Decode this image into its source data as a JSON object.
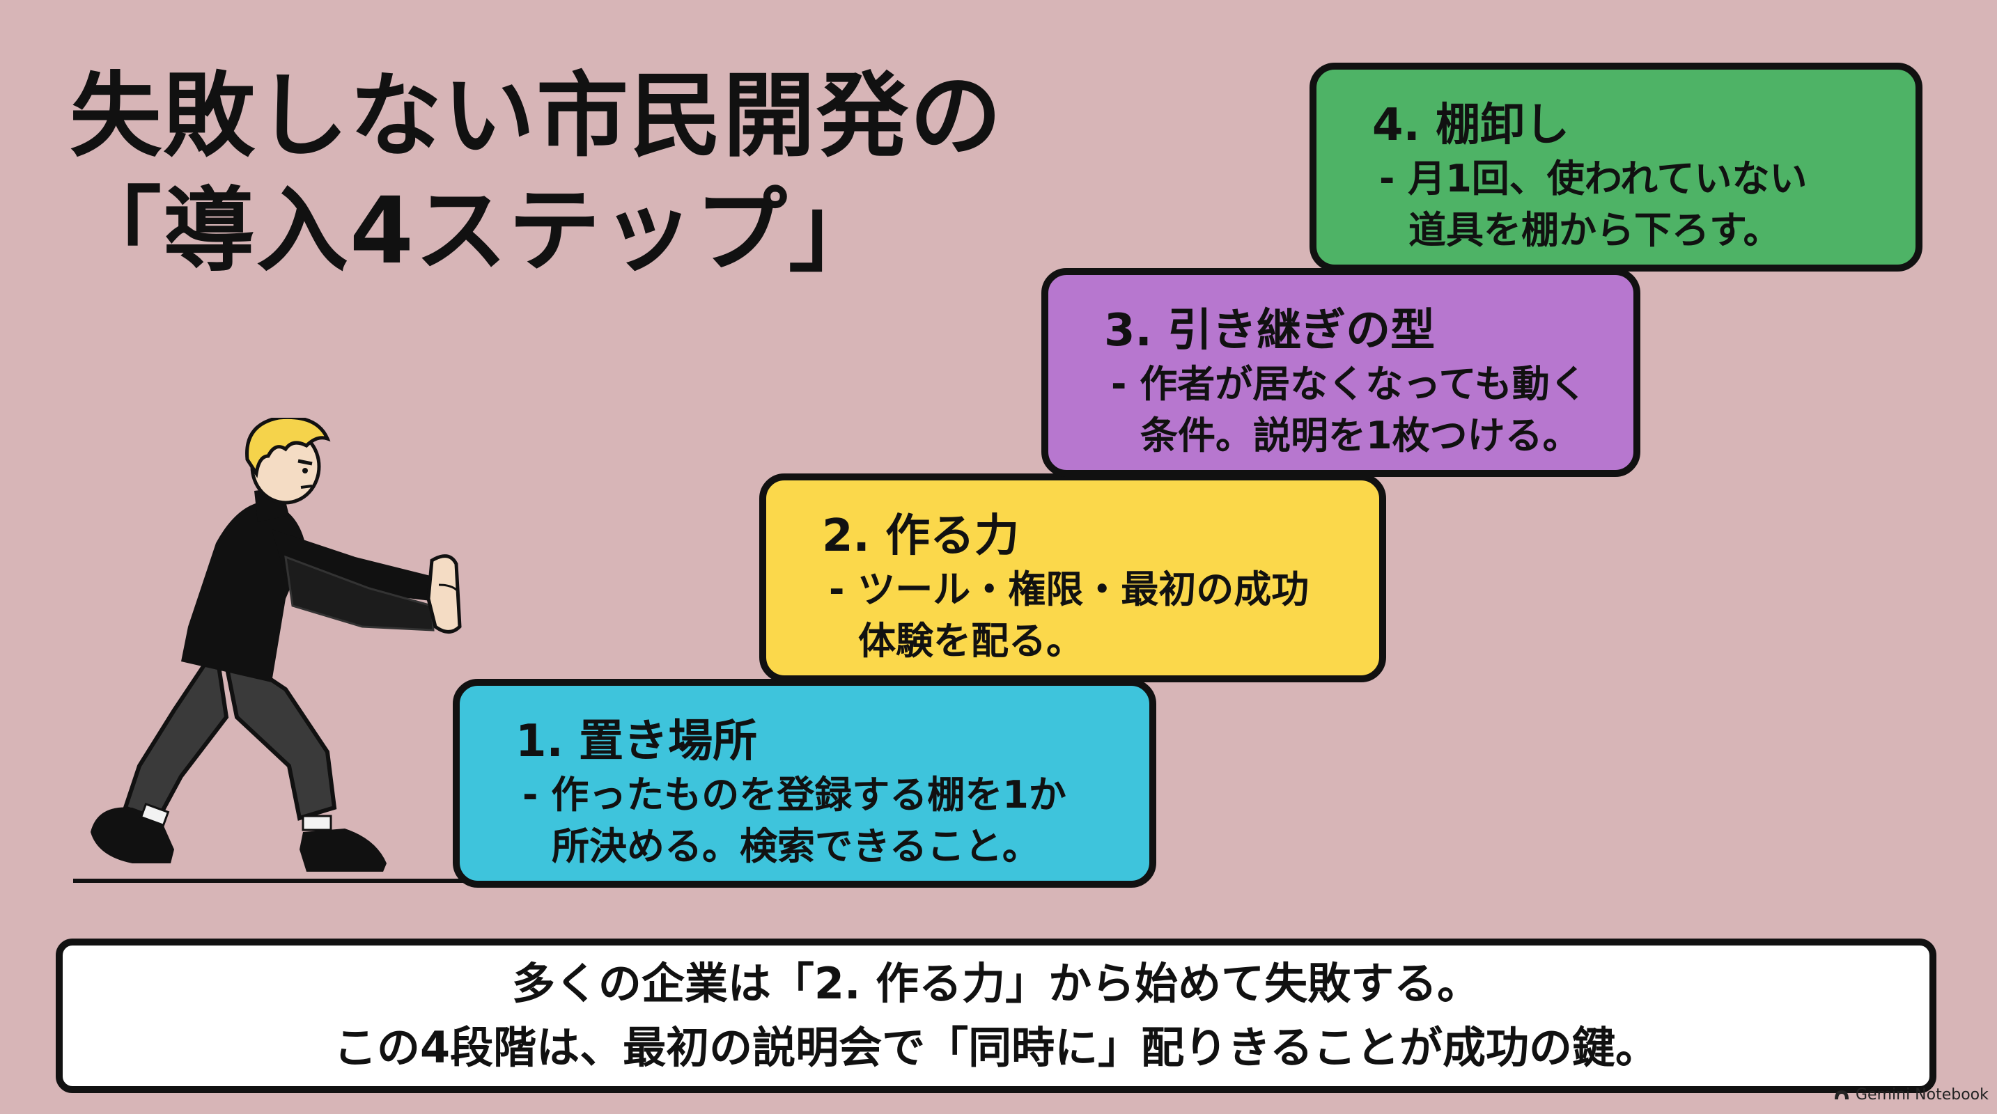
{
  "title": {
    "line1": "失敗しない市民開発の",
    "line2": "「導入4ステップ」"
  },
  "steps": [
    {
      "title": "1. 置き場所",
      "desc_line1": "- 作ったものを登録する棚を1か",
      "desc_line2": "所決める。検索できること。",
      "color": "#3ec4dc"
    },
    {
      "title": "2. 作る力",
      "desc_line1": "- ツール・権限・最初の成功",
      "desc_line2": "体験を配る。",
      "color": "#fbd84b"
    },
    {
      "title": "3. 引き継ぎの型",
      "desc_line1": "- 作者が居なくなっても動く",
      "desc_line2": "条件。説明を1枚つける。",
      "color": "#b777cf"
    },
    {
      "title": "4. 棚卸し",
      "desc_line1": "- 月1回、使われていない",
      "desc_line2": "道具を棚から下ろす。",
      "color": "#4eb366"
    }
  ],
  "footer": {
    "line1": "多くの企業は「2. 作る力」から始めて失敗する。",
    "line2": "この4段階は、最初の説明会で「同時に」配りきることが成功の鍵。"
  },
  "badge": {
    "label": "Gemini Notebook",
    "icon": "notebook-logo-icon"
  },
  "illustration": {
    "icon": "person-pushing-icon"
  }
}
